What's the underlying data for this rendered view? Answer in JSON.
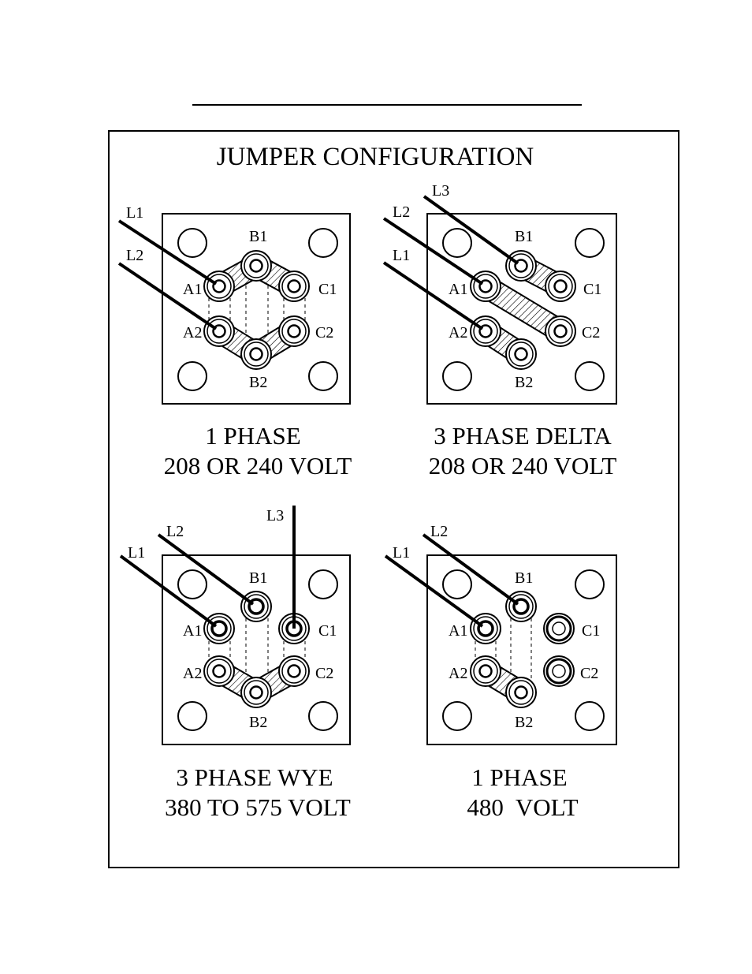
{
  "title": "JUMPER CONFIGURATION",
  "panels": [
    {
      "id": "1-phase-208-240",
      "caption_line1": "1 PHASE",
      "caption_line2": "208 OR 240 VOLT",
      "terminals": {
        "a1": "A1",
        "a2": "A2",
        "b1": "B1",
        "b2": "B2",
        "c1": "C1",
        "c2": "C2"
      },
      "lines": {
        "first": "L1",
        "second": "L2"
      }
    },
    {
      "id": "3-phase-delta-208-240",
      "caption_line1": "3 PHASE DELTA",
      "caption_line2": "208 OR 240 VOLT",
      "terminals": {
        "a1": "A1",
        "a2": "A2",
        "b1": "B1",
        "b2": "B2",
        "c1": "C1",
        "c2": "C2"
      },
      "lines": {
        "first": "L3",
        "second": "L2",
        "third": "L1"
      }
    },
    {
      "id": "3-phase-wye-380-575",
      "caption_line1": "3 PHASE WYE",
      "caption_line2": "380 TO 575 VOLT",
      "terminals": {
        "a1": "A1",
        "a2": "A2",
        "b1": "B1",
        "b2": "B2",
        "c1": "C1",
        "c2": "C2"
      },
      "lines": {
        "first": "L1",
        "second": "L2",
        "third": "L3"
      }
    },
    {
      "id": "1-phase-480",
      "caption_line1": "1 PHASE",
      "caption_line2": "480  VOLT",
      "terminals": {
        "a1": "A1",
        "a2": "A2",
        "b1": "B1",
        "b2": "B2",
        "c1": "C1",
        "c2": "C2"
      },
      "lines": {
        "first": "L1",
        "second": "L2"
      }
    }
  ]
}
